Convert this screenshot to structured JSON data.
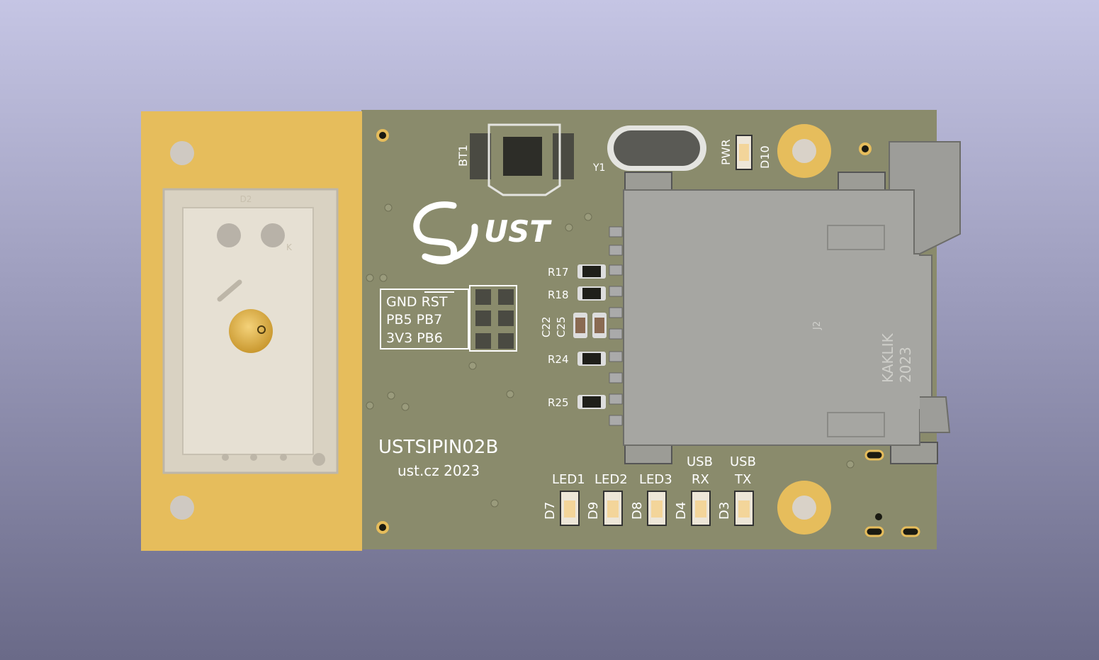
{
  "board": {
    "name": "USTSIPIN02B",
    "footer": "ust.cz  2023",
    "logo_text": "UST",
    "author_mark": "KAKLIK",
    "author_year": "2023"
  },
  "header_pins": {
    "row1": "GND RST",
    "row2": "PB5 PB7",
    "row3": "3V3 PB6"
  },
  "refdes": {
    "bt1": "BT1",
    "y1": "Y1",
    "pwr": "PWR",
    "d10": "D10",
    "d2": "D2",
    "k": "K",
    "j2": "J2",
    "r17": "R17",
    "r18": "R18",
    "c22": "C22",
    "c25": "C25",
    "r24": "R24",
    "r25": "R25",
    "d7": "D7",
    "d9": "D9",
    "d8": "D8",
    "d4": "D4",
    "d3": "D3"
  },
  "led_labels": {
    "led1": "LED1",
    "led2": "LED2",
    "led3": "LED3",
    "usb_rx_top": "USB",
    "usb_rx_bottom": "RX",
    "usb_tx_top": "USB",
    "usb_tx_bottom": "TX"
  },
  "colors": {
    "background_top": "#c5c5e4",
    "background_bottom": "#6a6a88",
    "pcb_solder_mask": "#8a8b6c",
    "gold_plating": "#e6bd5c",
    "silkscreen": "#ffffff"
  }
}
